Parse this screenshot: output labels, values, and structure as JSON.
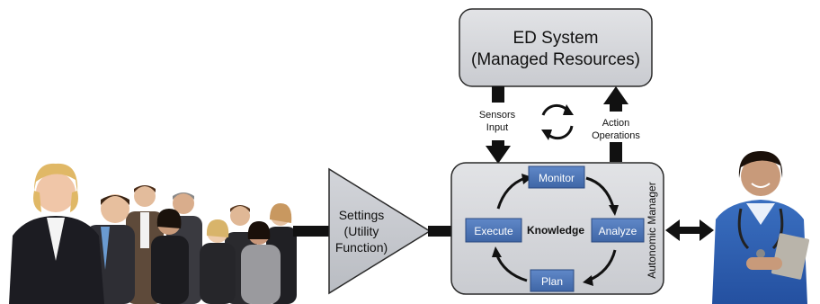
{
  "system": {
    "line1": "ED System",
    "line2": "(Managed Resources)"
  },
  "sensors": {
    "line1": "Sensors",
    "line2": "Input"
  },
  "actions": {
    "line1": "Action",
    "line2": "Operations"
  },
  "settings": {
    "line1": "Settings",
    "line2": "(Utility",
    "line3": "Function)"
  },
  "manager": {
    "label": "Autonomic Manager",
    "center": "Knowledge",
    "steps": {
      "monitor": "Monitor",
      "analyze": "Analyze",
      "plan": "Plan",
      "execute": "Execute"
    }
  },
  "colors": {
    "box_fill": "#d4d6db",
    "step_fill": "#4f78b8",
    "arrow": "#111111"
  }
}
